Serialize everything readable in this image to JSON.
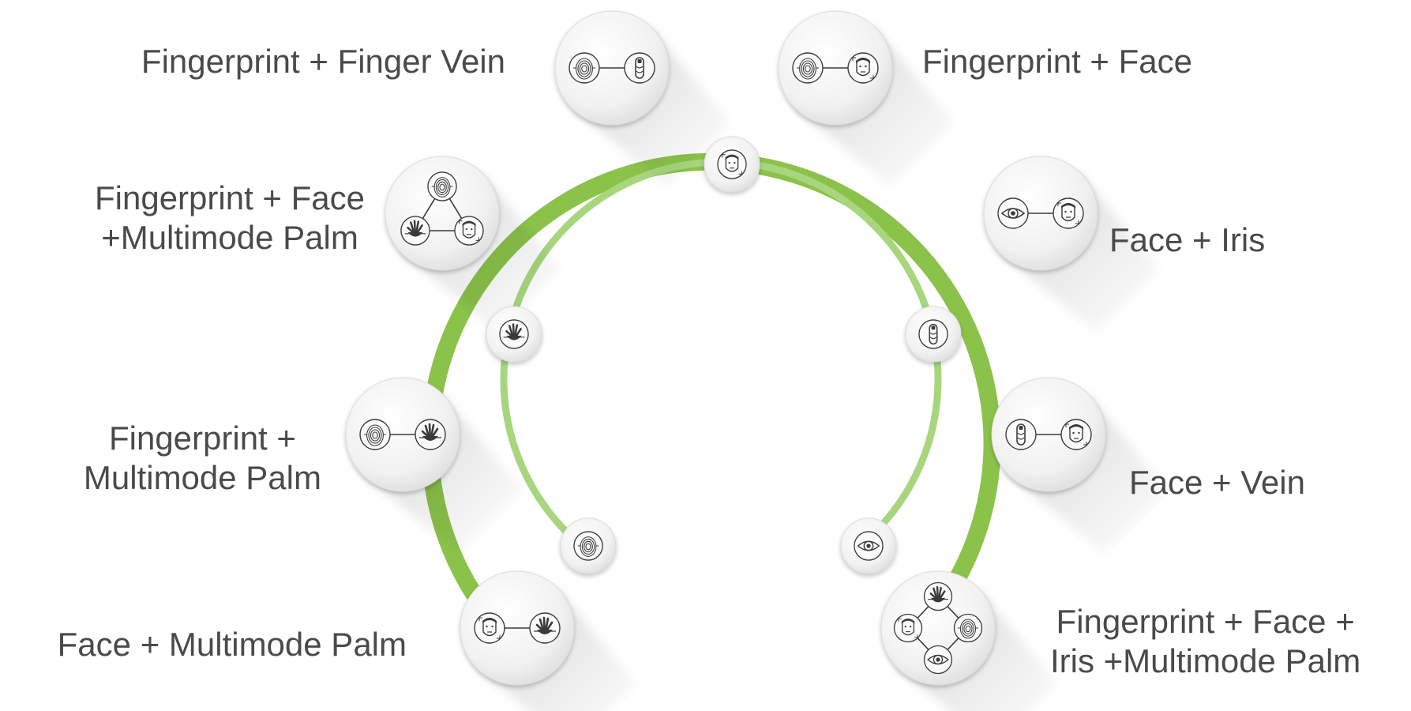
{
  "combinations": [
    {
      "id": "fingerprint-finger-vein",
      "lines": [
        "Fingerprint + Finger Vein"
      ],
      "icons": [
        "fingerprint-icon",
        "finger-vein-icon"
      ],
      "pattern": "pair"
    },
    {
      "id": "fingerprint-face",
      "lines": [
        "Fingerprint + Face"
      ],
      "icons": [
        "fingerprint-icon",
        "face-icon"
      ],
      "pattern": "pair"
    },
    {
      "id": "fingerprint-face-palm",
      "lines": [
        "Fingerprint + Face",
        "+Multimode Palm"
      ],
      "icons": [
        "fingerprint-icon",
        "palm-icon",
        "face-icon"
      ],
      "pattern": "triangle"
    },
    {
      "id": "face-iris",
      "lines": [
        "Face + Iris"
      ],
      "icons": [
        "iris-icon",
        "face-icon"
      ],
      "pattern": "pair"
    },
    {
      "id": "fingerprint-palm",
      "lines": [
        "Fingerprint +",
        "Multimode Palm"
      ],
      "icons": [
        "fingerprint-icon",
        "palm-icon"
      ],
      "pattern": "pair"
    },
    {
      "id": "face-vein",
      "lines": [
        "Face + Vein"
      ],
      "icons": [
        "finger-vein-icon",
        "face-icon"
      ],
      "pattern": "pair"
    },
    {
      "id": "face-palm",
      "lines": [
        "Face + Multimode Palm"
      ],
      "icons": [
        "face-icon",
        "palm-icon"
      ],
      "pattern": "pair"
    },
    {
      "id": "fingerprint-face-iris-palm",
      "lines": [
        "Fingerprint + Face +",
        "Iris +Multimode Palm"
      ],
      "icons": [
        "palm-icon",
        "face-icon",
        "fingerprint-icon",
        "iris-icon"
      ],
      "pattern": "diamond"
    }
  ],
  "single_modalities": [
    {
      "id": "face",
      "icon": "face-icon"
    },
    {
      "id": "palm",
      "icon": "palm-icon"
    },
    {
      "id": "finger-vein",
      "icon": "finger-vein-icon"
    },
    {
      "id": "fingerprint",
      "icon": "fingerprint-icon"
    },
    {
      "id": "iris",
      "icon": "iris-icon"
    }
  ],
  "colors": {
    "outer_ring": "#8bc34a",
    "inner_ring": "#a8d67e",
    "node_fill": "#f2f2f2",
    "node_edge": "#dcdcdc",
    "icon_stroke": "#3a3a3a",
    "label_text": "#4a4a4a"
  }
}
